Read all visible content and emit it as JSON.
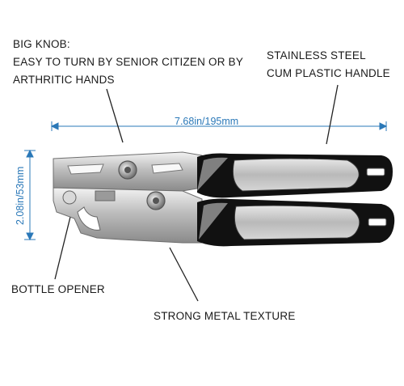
{
  "labels": {
    "big_knob_title": "BIG KNOB:",
    "big_knob_line1": "EASY TO TURN BY SENIOR CITIZEN OR BY",
    "big_knob_line2": "ARTHRITIC HANDS",
    "handle_line1": "STAINLESS STEEL",
    "handle_line2": "CUM PLASTIC HANDLE",
    "bottle_opener": "BOTTLE OPENER",
    "metal_texture": "STRONG METAL TEXTURE"
  },
  "dimensions": {
    "length": "7.68in/195mm",
    "height": "2.08in/53mm"
  },
  "colors": {
    "dimension_blue": "#2a78b8",
    "handle_black": "#111111",
    "steel": "#c8c8c8"
  }
}
